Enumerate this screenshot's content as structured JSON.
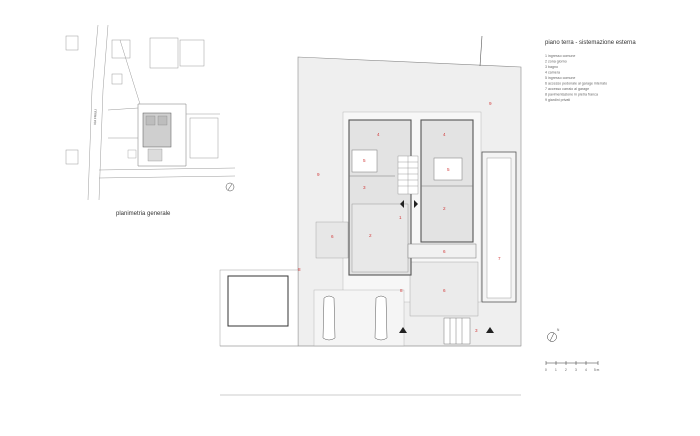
{
  "title": "piano terra - sistemazione esterna",
  "legend": [
    "1  ingresso comune",
    "2  zona giorno",
    "3  bagno",
    "4  camera",
    "5  ingresso comune",
    "6  accesso pedonale al garage interrato",
    "7  accesso carraio al garage",
    "8  pavimentazione in pietra franca",
    "9  giardini privati"
  ],
  "site_plan": {
    "caption": "planimetria generale",
    "street_label": "VIA FRIULI"
  },
  "north_label": "N",
  "scale_ticks": [
    "0",
    "1",
    "2",
    "3",
    "4",
    "5 m"
  ],
  "room_labels": {
    "r4a": "4",
    "r4b": "4",
    "r5a": "5",
    "r5b": "5",
    "r3": "3",
    "r2a": "2",
    "r2b": "2",
    "r1": "1",
    "r6a": "6",
    "r6b": "6",
    "r9a": "9",
    "r9b": "9",
    "r8": "8",
    "r6c": "6",
    "r7": "7",
    "r8b": "8",
    "r3b": "3"
  }
}
